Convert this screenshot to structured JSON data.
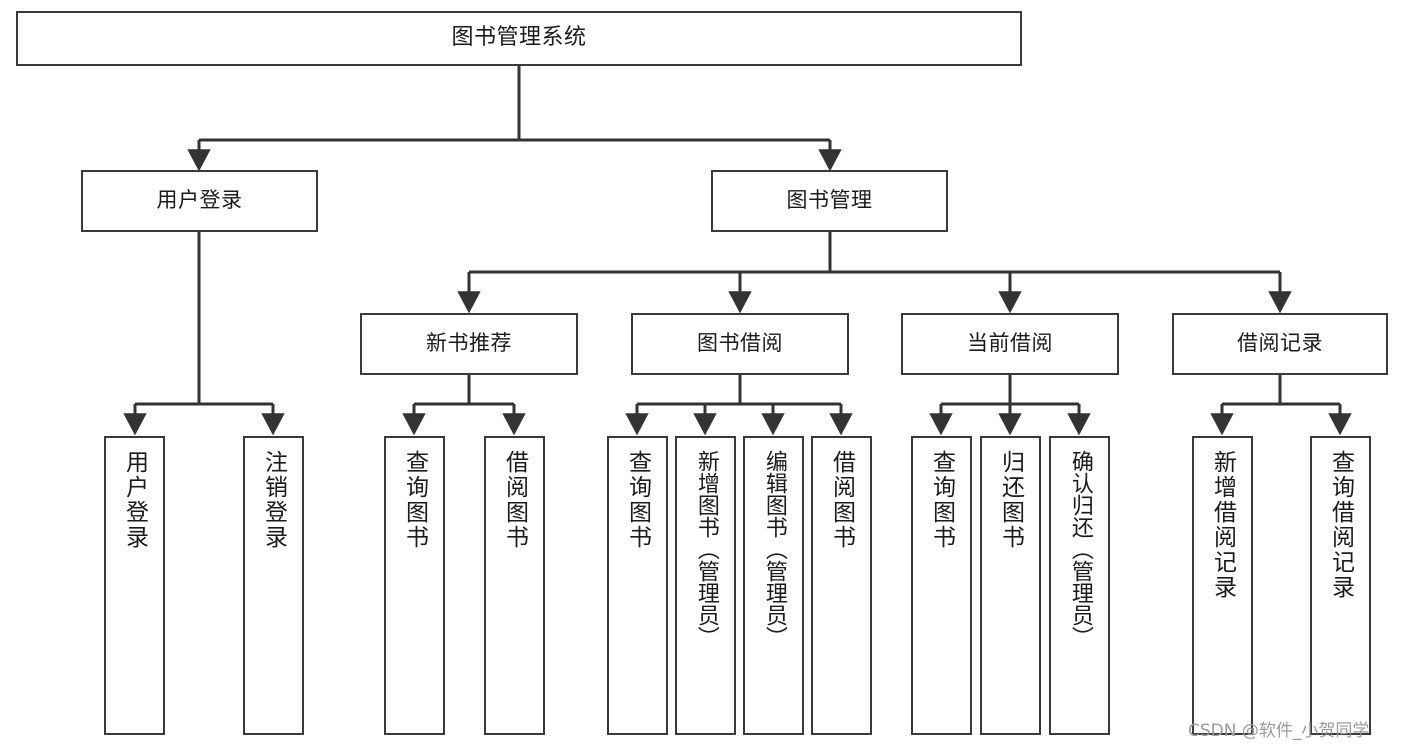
{
  "diagram": {
    "title": "图书管理系统",
    "watermark": "CSDN @软件_小贺同学",
    "colors": {
      "box_border": "#3a3a3a",
      "box_fill": "#ffffff",
      "edge": "#333333",
      "text": "#1b1b1b",
      "watermark": "#9a9a9a"
    },
    "nodes": {
      "root": {
        "label": "图书管理系统"
      },
      "level2": [
        {
          "label": "用户登录"
        },
        {
          "label": "图书管理"
        }
      ],
      "level3": [
        {
          "label": "新书推荐"
        },
        {
          "label": "图书借阅"
        },
        {
          "label": "当前借阅"
        },
        {
          "label": "借阅记录"
        }
      ],
      "leaves": {
        "user_login": [
          {
            "label": "用户登录"
          },
          {
            "label": "注销登录"
          }
        ],
        "new_book": [
          {
            "label": "查询图书"
          },
          {
            "label": "借阅图书"
          }
        ],
        "book_borrow": [
          {
            "label": "查询图书"
          },
          {
            "label": "新增图书（管理员）"
          },
          {
            "label": "编辑图书（管理员）"
          },
          {
            "label": "借阅图书"
          }
        ],
        "current_borrow": [
          {
            "label": "查询图书"
          },
          {
            "label": "归还图书"
          },
          {
            "label": "确认归还（管理员）"
          }
        ],
        "borrow_record": [
          {
            "label": "新增借阅记录"
          },
          {
            "label": "查询借阅记录"
          }
        ]
      }
    }
  }
}
